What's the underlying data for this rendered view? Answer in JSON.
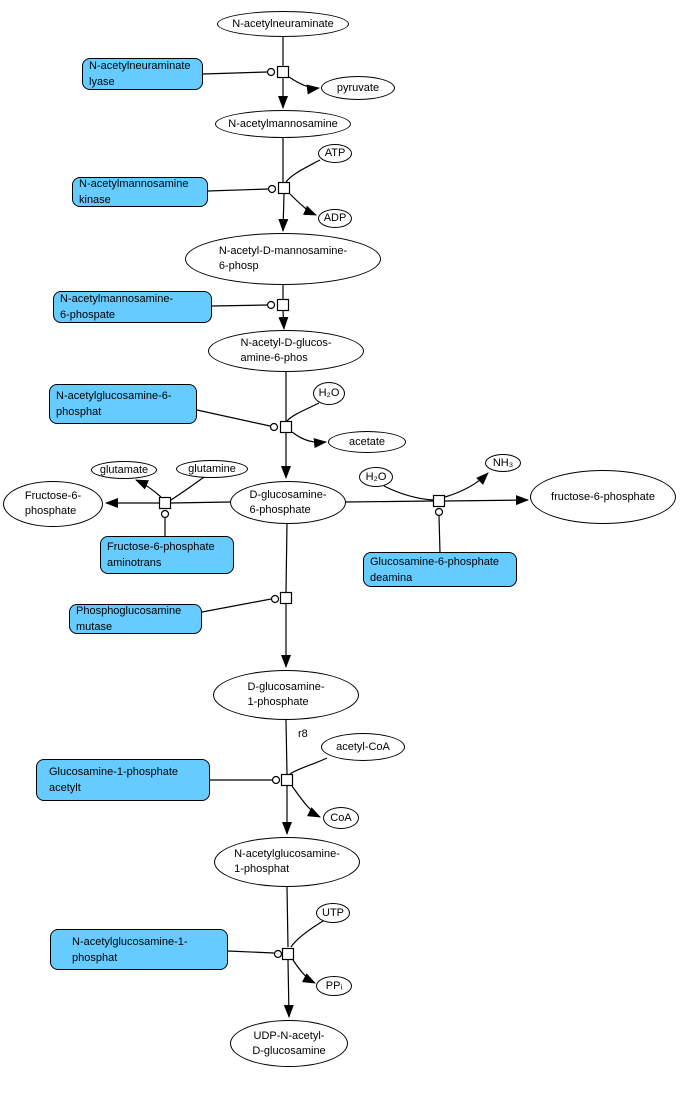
{
  "colors": {
    "enzyme_fill": "#66CCFF",
    "metabolite_fill": "#FFFFFF",
    "stroke": "#000000"
  },
  "metabolites": {
    "n_acetylneuraminate": "N-acetylneuraminate",
    "pyruvate": "pyruvate",
    "n_acetylmannosamine": "N-acetylmannosamine",
    "atp": "ATP",
    "adp": "ADP",
    "n_acetyl_d_mannosamine_6_phosp": "N-acetyl-D-mannosamine-\n6-phosp",
    "n_acetyl_d_glucosamine_6_phos": "N-acetyl-D-glucos-\namine-6-phos",
    "h2o_upper": "H₂O",
    "acetate": "acetate",
    "glutamate": "glutamate",
    "glutamine": "glutamine",
    "fructose_6_phosphate_left": "Fructose-6-\nphosphate",
    "d_glucosamine_6_phosphate": "D-glucosamine-\n6-phosphate",
    "h2o_right": "H₂O",
    "nh3": "NH₃",
    "fructose_6_phosphate_right": "fructose-6-phosphate",
    "d_glucosamine_1_phosphate": "D-glucosamine-\n1-phosphate",
    "acetyl_coa": "acetyl-CoA",
    "coa": "CoA",
    "n_acetylglucosamine_1_phosphat": "N-acetylglucosamine-\n1-phosphat",
    "utp": "UTP",
    "ppi": "PPᵢ",
    "udp_n_acetyl_d_glucosamine": "UDP-N-acetyl-\nD-glucosamine"
  },
  "enzymes": {
    "n_acetylneuraminate_lyase": "N-acetylneuraminate\nlyase",
    "n_acetylmannosamine_kinase": "N-acetylmannosamine\nkinase",
    "n_acetylmannosamine_6_phospate": "N-acetylmannosamine-\n6-phospate",
    "n_acetylglucosamine_6_phosphat": "N-acetylglucosamine-6-\nphosphat",
    "fructose_6_phosphate_aminotrans": "Fructose-6-phosphate\naminotrans",
    "glucosamine_6_phosphate_deamina": "Glucosamine-6-phosphate\ndeamina",
    "phosphoglucosamine_mutase": "Phosphoglucosamine\nmutase",
    "glucosamine_1_phosphate_acetylt": "Glucosamine-1-phosphate\nacetylt",
    "n_acetylglucosamine_1_phosphat_enzyme": "N-acetylglucosamine-1-\nphosphat"
  },
  "reaction_labels": {
    "r8": "r8"
  }
}
